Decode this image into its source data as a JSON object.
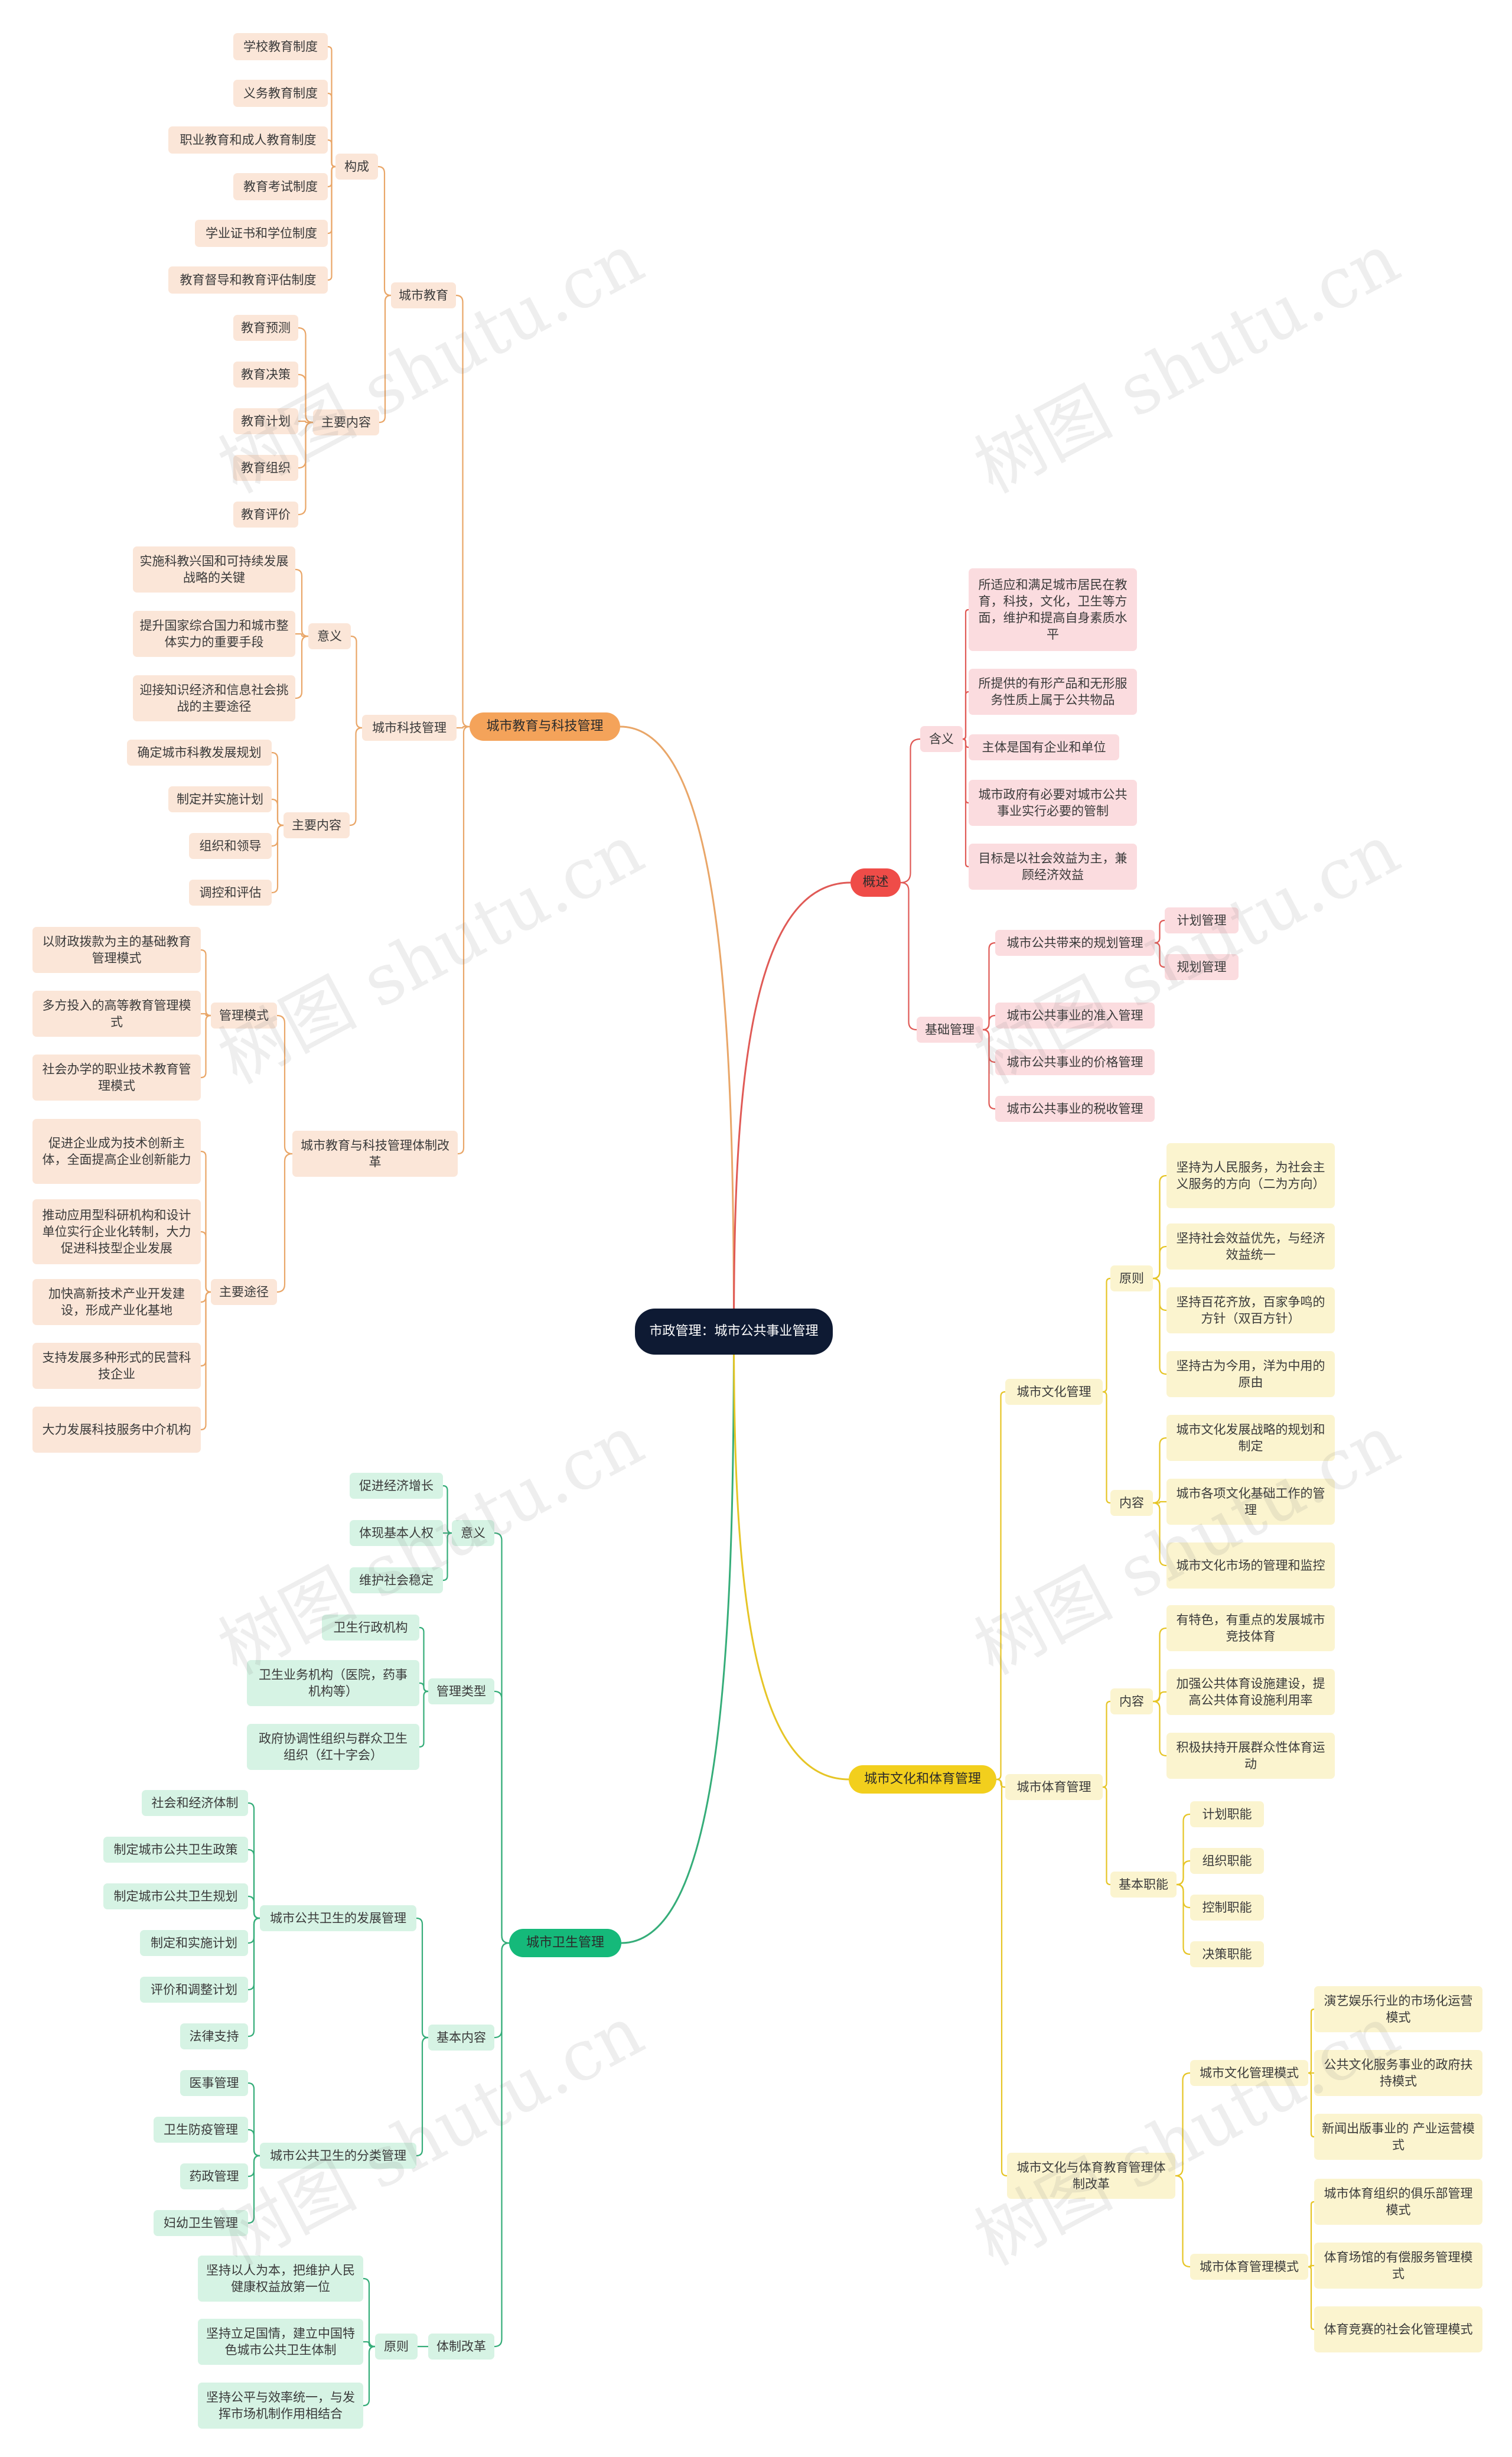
{
  "palette": {
    "root": "#0e1a33",
    "edu_branch": "#f4a35a",
    "edu_fill": "#fbe6d8",
    "edu_line": "#e9a668",
    "overview_branch": "#ef4c48",
    "overview_fill": "#fbdcdf",
    "overview_line": "#e05a56",
    "culture_branch": "#f2cf1d",
    "culture_fill": "#fbf4cf",
    "culture_line": "#e6c526",
    "health_branch": "#15b97a",
    "health_fill": "#d6f3e4",
    "health_line": "#35ad79"
  },
  "watermark": "树图 shutu.cn",
  "mindmap": {
    "id": "root",
    "label": "市政管理：城市公共事业管理",
    "children": [
      {
        "id": "edu",
        "label": "城市教育与科技管理",
        "theme": "edu",
        "children": [
          {
            "id": "e1",
            "label": "城市教育",
            "children": [
              {
                "id": "e1a",
                "label": "构成",
                "children": [
                  {
                    "id": "e1a1",
                    "label": "学校教育制度"
                  },
                  {
                    "id": "e1a2",
                    "label": "义务教育制度"
                  },
                  {
                    "id": "e1a3",
                    "label": "职业教育和成人教育制度"
                  },
                  {
                    "id": "e1a4",
                    "label": "教育考试制度"
                  },
                  {
                    "id": "e1a5",
                    "label": "学业证书和学位制度"
                  },
                  {
                    "id": "e1a6",
                    "label": "教育督导和教育评估制度"
                  }
                ]
              },
              {
                "id": "e1b",
                "label": "主要内容",
                "children": [
                  {
                    "id": "e1b1",
                    "label": "教育预测"
                  },
                  {
                    "id": "e1b2",
                    "label": "教育决策"
                  },
                  {
                    "id": "e1b3",
                    "label": "教育计划"
                  },
                  {
                    "id": "e1b4",
                    "label": "教育组织"
                  },
                  {
                    "id": "e1b5",
                    "label": "教育评价"
                  }
                ]
              }
            ]
          },
          {
            "id": "e2",
            "label": "城市科技管理",
            "children": [
              {
                "id": "e2a",
                "label": "意义",
                "children": [
                  {
                    "id": "e2a1",
                    "label": "实施科教兴国和可持续发展战略的关键"
                  },
                  {
                    "id": "e2a2",
                    "label": "提升国家综合国力和城市整体实力的重要手段"
                  },
                  {
                    "id": "e2a3",
                    "label": "迎接知识经济和信息社会挑战的主要途径"
                  }
                ]
              },
              {
                "id": "e2b",
                "label": "主要内容",
                "children": [
                  {
                    "id": "e2b1",
                    "label": "确定城市科教发展规划"
                  },
                  {
                    "id": "e2b2",
                    "label": "制定并实施计划"
                  },
                  {
                    "id": "e2b3",
                    "label": "组织和领导"
                  },
                  {
                    "id": "e2b4",
                    "label": "调控和评估"
                  }
                ]
              }
            ]
          },
          {
            "id": "e3",
            "label": "城市教育与科技管理体制改革",
            "children": [
              {
                "id": "e3a",
                "label": "管理模式",
                "children": [
                  {
                    "id": "e3a1",
                    "label": "以财政拨款为主的基础教育管理模式"
                  },
                  {
                    "id": "e3a2",
                    "label": "多方投入的高等教育管理模式"
                  },
                  {
                    "id": "e3a3",
                    "label": "社会办学的职业技术教育管理模式"
                  }
                ]
              },
              {
                "id": "e3b",
                "label": "主要途径",
                "children": [
                  {
                    "id": "e3b1",
                    "label": "促进企业成为技术创新主体，全面提高企业创新能力"
                  },
                  {
                    "id": "e3b2",
                    "label": "推动应用型科研机构和设计单位实行企业化转制，大力促进科技型企业发展"
                  },
                  {
                    "id": "e3b3",
                    "label": "加快高新技术产业开发建设，形成产业化基地"
                  },
                  {
                    "id": "e3b4",
                    "label": "支持发展多种形式的民营科技企业"
                  },
                  {
                    "id": "e3b5",
                    "label": "大力发展科技服务中介机构"
                  }
                ]
              }
            ]
          }
        ]
      },
      {
        "id": "health",
        "label": "城市卫生管理",
        "theme": "health",
        "children": [
          {
            "id": "h1",
            "label": "意义",
            "children": [
              {
                "id": "h1a",
                "label": "促进经济增长"
              },
              {
                "id": "h1b",
                "label": "体现基本人权"
              },
              {
                "id": "h1c",
                "label": "维护社会稳定"
              }
            ]
          },
          {
            "id": "h2",
            "label": "管理类型",
            "children": [
              {
                "id": "h2a",
                "label": "卫生行政机构"
              },
              {
                "id": "h2b",
                "label": "卫生业务机构（医院，药事机构等）"
              },
              {
                "id": "h2c",
                "label": "政府协调性组织与群众卫生组织（红十字会）"
              }
            ]
          },
          {
            "id": "h3",
            "label": "基本内容",
            "children": [
              {
                "id": "h3a",
                "label": "城市公共卫生的发展管理",
                "children": [
                  {
                    "id": "h3a1",
                    "label": "社会和经济体制"
                  },
                  {
                    "id": "h3a2",
                    "label": "制定城市公共卫生政策"
                  },
                  {
                    "id": "h3a3",
                    "label": "制定城市公共卫生规划"
                  },
                  {
                    "id": "h3a4",
                    "label": "制定和实施计划"
                  },
                  {
                    "id": "h3a5",
                    "label": "评价和调整计划"
                  },
                  {
                    "id": "h3a6",
                    "label": "法律支持"
                  }
                ]
              },
              {
                "id": "h3b",
                "label": "城市公共卫生的分类管理",
                "children": [
                  {
                    "id": "h3b1",
                    "label": "医事管理"
                  },
                  {
                    "id": "h3b2",
                    "label": "卫生防疫管理"
                  },
                  {
                    "id": "h3b3",
                    "label": "药政管理"
                  },
                  {
                    "id": "h3b4",
                    "label": "妇幼卫生管理"
                  }
                ]
              }
            ]
          },
          {
            "id": "h4",
            "label": "体制改革",
            "children": [
              {
                "id": "h4a",
                "label": "原则",
                "children": [
                  {
                    "id": "h4a1",
                    "label": "坚持以人为本，把维护人民健康权益放第一位"
                  },
                  {
                    "id": "h4a2",
                    "label": "坚持立足国情，建立中国特色城市公共卫生体制"
                  },
                  {
                    "id": "h4a3",
                    "label": "坚持公平与效率统一，与发挥市场机制作用相结合"
                  }
                ]
              }
            ]
          }
        ]
      },
      {
        "id": "ov",
        "label": "概述",
        "theme": "overview",
        "children": [
          {
            "id": "o1",
            "label": "含义",
            "children": [
              {
                "id": "o1a",
                "label": "所适应和满足城市居民在教育，科技，文化，卫生等方面，维护和提高自身素质水平"
              },
              {
                "id": "o1b",
                "label": "所提供的有形产品和无形服务性质上属于公共物品"
              },
              {
                "id": "o1c",
                "label": "主体是国有企业和单位"
              },
              {
                "id": "o1d",
                "label": "城市政府有必要对城市公共事业实行必要的管制"
              },
              {
                "id": "o1e",
                "label": "目标是以社会效益为主，兼顾经济效益"
              }
            ]
          },
          {
            "id": "o2",
            "label": "基础管理",
            "children": [
              {
                "id": "o2a",
                "label": "城市公共带来的规划管理",
                "children": [
                  {
                    "id": "o2a1",
                    "label": "计划管理"
                  },
                  {
                    "id": "o2a2",
                    "label": "规划管理"
                  }
                ]
              },
              {
                "id": "o2b",
                "label": "城市公共事业的准入管理"
              },
              {
                "id": "o2c",
                "label": "城市公共事业的价格管理"
              },
              {
                "id": "o2d",
                "label": "城市公共事业的税收管理"
              }
            ]
          }
        ]
      },
      {
        "id": "cu",
        "label": "城市文化和体育管理",
        "theme": "culture",
        "children": [
          {
            "id": "c1",
            "label": "城市文化管理",
            "children": [
              {
                "id": "c1a",
                "label": "原则",
                "children": [
                  {
                    "id": "c1a1",
                    "label": "坚持为人民服务，为社会主义服务的方向（二为方向）"
                  },
                  {
                    "id": "c1a2",
                    "label": "坚持社会效益优先，与经济效益统一"
                  },
                  {
                    "id": "c1a3",
                    "label": "坚持百花齐放，百家争鸣的方针（双百方针）"
                  },
                  {
                    "id": "c1a4",
                    "label": "坚持古为今用，洋为中用的原由"
                  }
                ]
              },
              {
                "id": "c1b",
                "label": "内容",
                "children": [
                  {
                    "id": "c1b1",
                    "label": "城市文化发展战略的规划和制定"
                  },
                  {
                    "id": "c1b2",
                    "label": "城市各项文化基础工作的管理"
                  },
                  {
                    "id": "c1b3",
                    "label": "城市文化市场的管理和监控"
                  }
                ]
              }
            ]
          },
          {
            "id": "c2",
            "label": "城市体育管理",
            "children": [
              {
                "id": "c2a",
                "label": "内容",
                "children": [
                  {
                    "id": "c2a1",
                    "label": "有特色，有重点的发展城市竞技体育"
                  },
                  {
                    "id": "c2a2",
                    "label": "加强公共体育设施建设，提高公共体育设施利用率"
                  },
                  {
                    "id": "c2a3",
                    "label": "积极扶持开展群众性体育运动"
                  }
                ]
              },
              {
                "id": "c2b",
                "label": "基本职能",
                "children": [
                  {
                    "id": "c2b1",
                    "label": "计划职能"
                  },
                  {
                    "id": "c2b2",
                    "label": "组织职能"
                  },
                  {
                    "id": "c2b3",
                    "label": "控制职能"
                  },
                  {
                    "id": "c2b4",
                    "label": "决策职能"
                  }
                ]
              }
            ]
          },
          {
            "id": "c3",
            "label": "城市文化与体育教育管理体制改革",
            "children": [
              {
                "id": "c3a",
                "label": "城市文化管理模式",
                "children": [
                  {
                    "id": "c3a1",
                    "label": "演艺娱乐行业的市场化运营模式"
                  },
                  {
                    "id": "c3a2",
                    "label": "公共文化服务事业的政府扶持模式"
                  },
                  {
                    "id": "c3a3",
                    "label": "新闻出版事业的 产业运营模式"
                  }
                ]
              },
              {
                "id": "c3b",
                "label": "城市体育管理模式",
                "children": [
                  {
                    "id": "c3b1",
                    "label": "城市体育组织的俱乐部管理模式"
                  },
                  {
                    "id": "c3b2",
                    "label": "体育场馆的有偿服务管理模式"
                  },
                  {
                    "id": "c3b3",
                    "label": "体育竞赛的社会化管理模式"
                  }
                ]
              }
            ]
          }
        ]
      }
    ]
  }
}
